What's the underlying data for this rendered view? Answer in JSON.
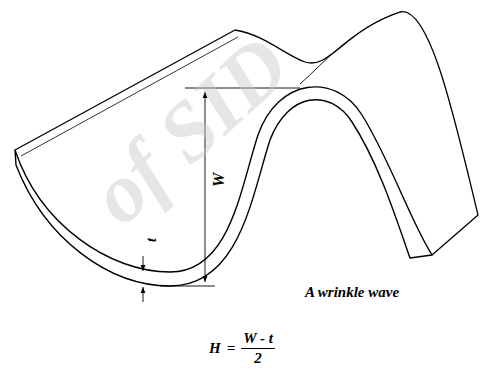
{
  "diagram": {
    "labels": [
      "W",
      "t",
      "A wrinkle wave",
      "H",
      "=",
      "W - t",
      "2",
      "of SID"
    ]
  }
}
